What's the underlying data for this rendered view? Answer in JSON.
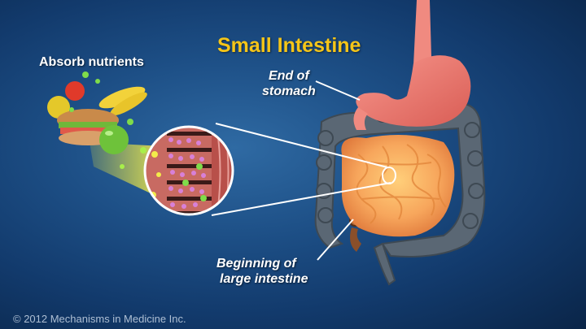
{
  "title": "Small Intestine",
  "labels": {
    "absorb_nutrients": "Absorb nutrients",
    "end_of_stomach_line1": "End of",
    "end_of_stomach_line2": "stomach",
    "beginning_line1": "Beginning of",
    "beginning_line2": "large intestine"
  },
  "copyright": "© 2012 Mechanisms in Medicine Inc.",
  "colors": {
    "title": "#f5c518",
    "stomach": "#f27b72",
    "small_intestine": "#f7a65c",
    "large_intestine": "#5a6774"
  }
}
